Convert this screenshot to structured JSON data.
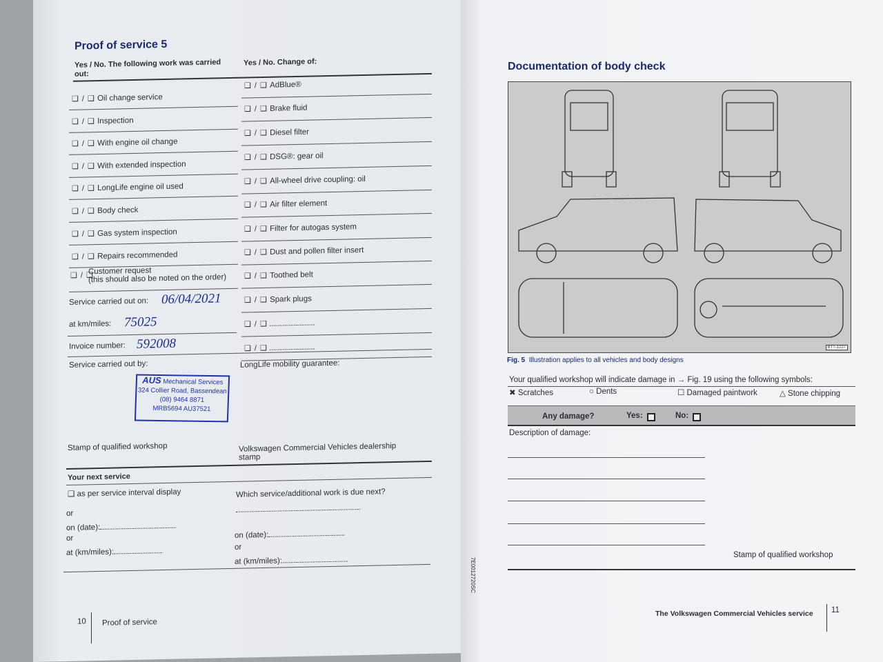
{
  "left_page": {
    "title": "Proof of service 5",
    "col1_header": "Yes / No. The following work was carried out:",
    "col2_header": "Yes / No. Change of:",
    "checkbox": "❑ / ❑",
    "left_items": [
      "Oil change service",
      "Inspection",
      "With engine oil change",
      "With extended inspection",
      "LongLife engine oil used",
      "Body check",
      "Gas system inspection",
      "Repairs recommended"
    ],
    "customer_request": "Customer request",
    "customer_request_note": "(this should also be noted on the order)",
    "right_items": [
      "AdBlue®",
      "Brake fluid",
      "Diesel filter",
      "DSG®: gear oil",
      "All-wheel drive coupling: oil",
      "Air filter element",
      "Filter for autogas system",
      "Dust and pollen filter insert",
      "Toothed belt",
      "Spark plugs",
      "",
      ""
    ],
    "service_date_label": "Service carried out on:",
    "service_date": "06/04/2021",
    "km_label": "at km/miles:",
    "km_value": "75025",
    "invoice_label": "Invoice number:",
    "invoice_value": "592008",
    "carried_by_label": "Service carried out by:",
    "longlife_label": "LongLife mobility guarantee:",
    "stamp": {
      "brand": "AUS",
      "name": "Mechanical Services",
      "address": "324 Collier Road, Bassendean",
      "phone": "(08) 9464 8871",
      "ids": "MRB5694  AU37521"
    },
    "stamp_workshop": "Stamp of qualified workshop",
    "dealer_stamp": "Volkswagen Commercial Vehicles dealership stamp",
    "next_service": "Your next service",
    "interval_display": "❑ as per service interval display",
    "which_service": "Which service/additional work is due next?",
    "or": "or",
    "on_date": "on (date):",
    "at_km": "at (km/miles):",
    "page_number": "10",
    "footer": "Proof of service"
  },
  "right_page": {
    "title": "Documentation of body check",
    "fig_code": "BTT-1227",
    "fig_label": "Fig. 5",
    "fig_caption": "Illustration applies to all vehicles and body designs",
    "symbols_intro": "Your qualified workshop will indicate damage in → Fig. 19 using the following symbols:",
    "symbols": [
      "✖ Scratches",
      "○ Dents",
      "☐ Damaged paintwork",
      "△ Stone chipping"
    ],
    "any_damage": "Any damage?",
    "yes": "Yes:",
    "no": "No:",
    "description": "Description of damage:",
    "stamp_workshop": "Stamp of qualified workshop",
    "side_code": "7E0012720SC",
    "footer": "The Volkswagen Commercial Vehicles service",
    "page_number": "11"
  }
}
